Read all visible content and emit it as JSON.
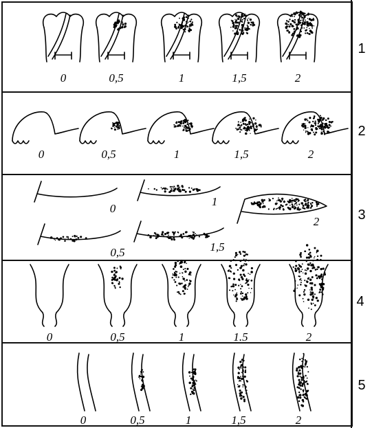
{
  "rows": [
    {
      "number": "1",
      "labels": [
        "0",
        "0,5",
        "1",
        "1,5",
        "2"
      ]
    },
    {
      "number": "2",
      "labels": [
        "0",
        "0,5",
        "1",
        "1,5",
        "2"
      ]
    },
    {
      "number": "3",
      "labels": [
        "0",
        "1",
        "2",
        "0,5",
        "1,5"
      ]
    },
    {
      "number": "4",
      "labels": [
        "0",
        "0,5",
        "1",
        "1.5",
        "2"
      ]
    },
    {
      "number": "5",
      "labels": [
        "0",
        "0,5",
        "1",
        "1,5",
        "2"
      ]
    }
  ]
}
